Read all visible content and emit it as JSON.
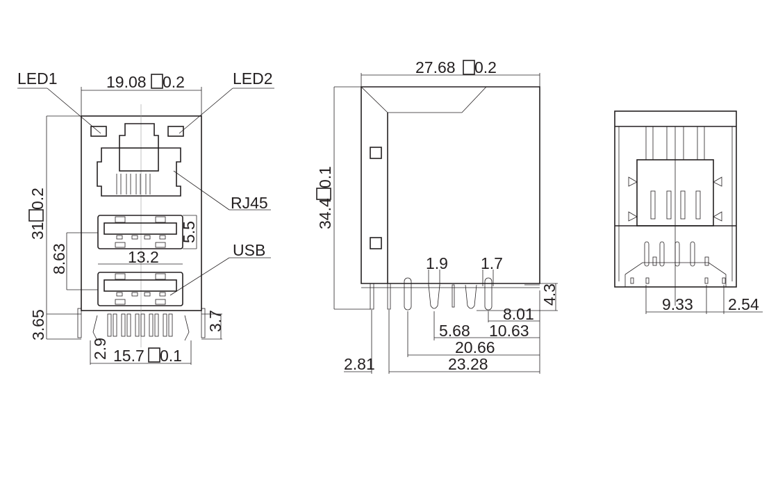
{
  "front_view": {
    "labels": {
      "led1": "LED1",
      "led2": "LED2",
      "rj45": "RJ45",
      "usb": "USB"
    },
    "dims": {
      "width": "19.08",
      "width_tol": "0.2",
      "height": "31",
      "height_tol": "0.2",
      "usb_pitch": "8.63",
      "usb_height": "5.5",
      "usb_width": "13.2",
      "standoff": "3.65",
      "pin_len": "3.7",
      "pin_len2": "2.9",
      "pin_span": "15.7",
      "pin_span_tol": "0.1"
    }
  },
  "side_view": {
    "dims": {
      "depth": "27.68",
      "depth_tol": "0.2",
      "height": "34.4",
      "height_tol": "0.1",
      "pin_w1": "1.9",
      "pin_w2": "1.7",
      "pin_h": "4.3",
      "d801": "8.01",
      "d568": "5.68",
      "d1063": "10.63",
      "d2066": "20.66",
      "d281": "2.81",
      "d2328": "23.28"
    }
  },
  "bottom_view": {
    "dims": {
      "d933": "9.33",
      "d254": "2.54"
    }
  }
}
